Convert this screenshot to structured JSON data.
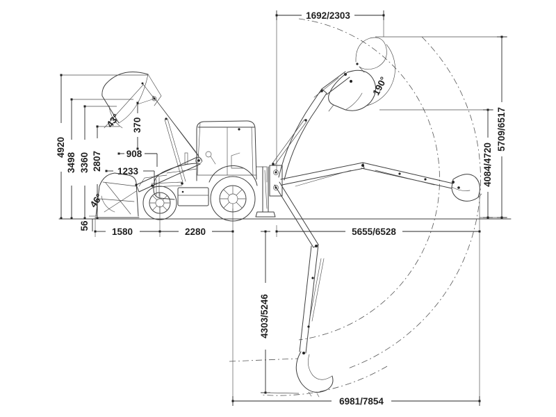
{
  "diagram": {
    "type": "backhoe-loader-dimension-drawing",
    "dimensions": {
      "top_span": "1692/2303",
      "bucket_rotation_angle": "190°",
      "max_lift_height": "5709/6517",
      "loading_height": "4084/4720",
      "reach_at_ground": "5655/6528",
      "digging_depth": "4303/5246",
      "overall_reach": "6981/7854",
      "loader_max_height": "4920",
      "loader_pin_height": "3498",
      "loader_clearance_height": "3360",
      "loader_dump_height": "2807",
      "loader_dump_reach": "908",
      "loader_reach_ground": "1233",
      "loader_rollback_offset": "370",
      "dump_angle": "43°",
      "rollback_angle": "46°",
      "ground_clearance": "56",
      "front_axle_to_bucket": "1580",
      "wheelbase": "2280"
    }
  }
}
